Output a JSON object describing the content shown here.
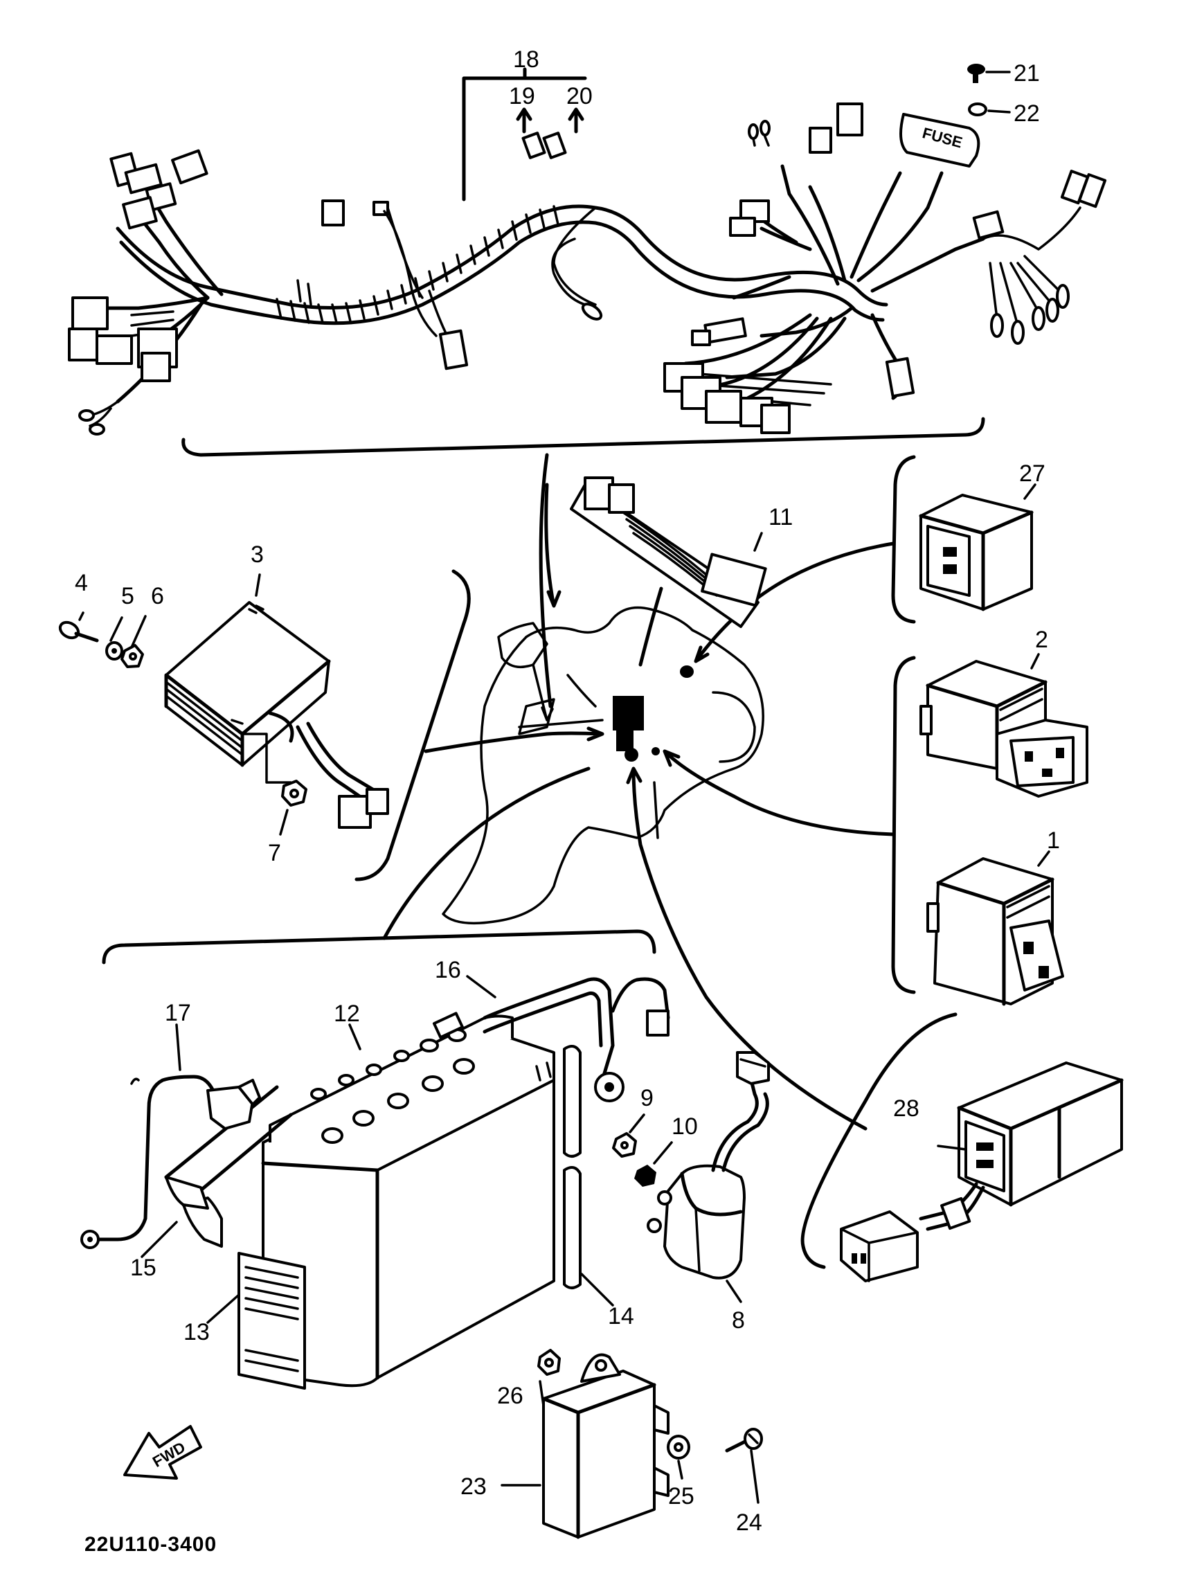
{
  "diagram": {
    "catalog_code": "22U110-3400",
    "fwd_label": "FWD",
    "fuse_label": "FUSE",
    "callouts": [
      "1",
      "2",
      "3",
      "4",
      "5",
      "6",
      "7",
      "8",
      "9",
      "10",
      "11",
      "12",
      "13",
      "14",
      "15",
      "16",
      "17",
      "18",
      "19",
      "20",
      "21",
      "22",
      "23",
      "24",
      "25",
      "26",
      "27",
      "28"
    ]
  }
}
